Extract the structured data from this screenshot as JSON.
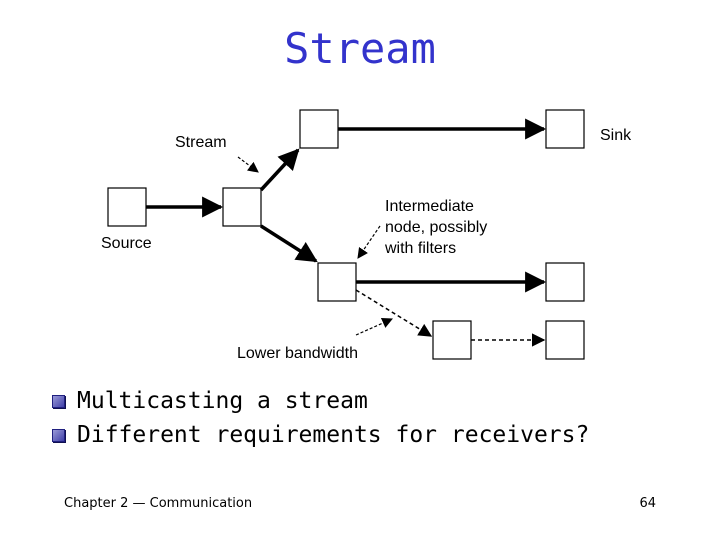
{
  "slide": {
    "title": "Stream",
    "bullets": [
      "Multicasting a stream",
      "Different requirements for receivers?"
    ],
    "footer": "Chapter 2 — Communication",
    "page_number": "64"
  },
  "diagram": {
    "labels": {
      "stream": "Stream",
      "sink": "Sink",
      "source": "Source",
      "intermediate_line1": "Intermediate",
      "intermediate_line2": "node, possibly",
      "intermediate_line3": "with filters",
      "lower_bandwidth": "Lower bandwidth"
    }
  },
  "colors": {
    "title": "#3333cc",
    "bullet_marker": "#4040a8",
    "lines": "#000000"
  }
}
